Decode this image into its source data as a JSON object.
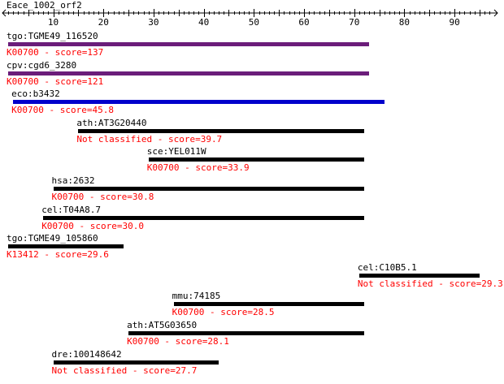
{
  "query": {
    "name": "Eace_1002_orf2"
  },
  "ruler": {
    "ticks": [
      "10",
      "20",
      "30",
      "40",
      "50",
      "60",
      "70",
      "80",
      "90"
    ],
    "start": 1,
    "end": 97
  },
  "colors": {
    "purple": "#6b1d7a",
    "blue": "#0000cc",
    "black": "#000000",
    "score": "#ff0000"
  },
  "hits": [
    {
      "name": "tgo:TGME49_116520",
      "score_text": "K00700 - score=137",
      "start": 1,
      "end": 73,
      "bar_color": "purple"
    },
    {
      "name": "cpv:cgd6_3280",
      "score_text": "K00700 - score=121",
      "start": 1,
      "end": 73,
      "bar_color": "purple"
    },
    {
      "name": "eco:b3432",
      "score_text": "K00700 - score=45.8",
      "start": 2,
      "end": 76,
      "bar_color": "blue"
    },
    {
      "name": "ath:AT3G20440",
      "score_text": "Not classified - score=39.7",
      "start": 15,
      "end": 72,
      "bar_color": "black"
    },
    {
      "name": "sce:YEL011W",
      "score_text": "K00700 - score=33.9",
      "start": 29,
      "end": 72,
      "bar_color": "black"
    },
    {
      "name": "hsa:2632",
      "score_text": "K00700 - score=30.8",
      "start": 10,
      "end": 72,
      "bar_color": "black"
    },
    {
      "name": "cel:T04A8.7",
      "score_text": "K00700 - score=30.0",
      "start": 8,
      "end": 72,
      "bar_color": "black"
    },
    {
      "name": "tgo:TGME49_105860",
      "score_text": "K13412 - score=29.6",
      "start": 1,
      "end": 24,
      "bar_color": "black"
    },
    {
      "name": "cel:C10B5.1",
      "score_text": "Not classified - score=29.3",
      "start": 71,
      "end": 95,
      "bar_color": "black"
    },
    {
      "name": "mmu:74185",
      "score_text": "K00700 - score=28.5",
      "start": 34,
      "end": 72,
      "bar_color": "black"
    },
    {
      "name": "ath:AT5G03650",
      "score_text": "K00700 - score=28.1",
      "start": 25,
      "end": 72,
      "bar_color": "black"
    },
    {
      "name": "dre:100148642",
      "score_text": "Not classified - score=27.7",
      "start": 10,
      "end": 43,
      "bar_color": "black"
    }
  ]
}
